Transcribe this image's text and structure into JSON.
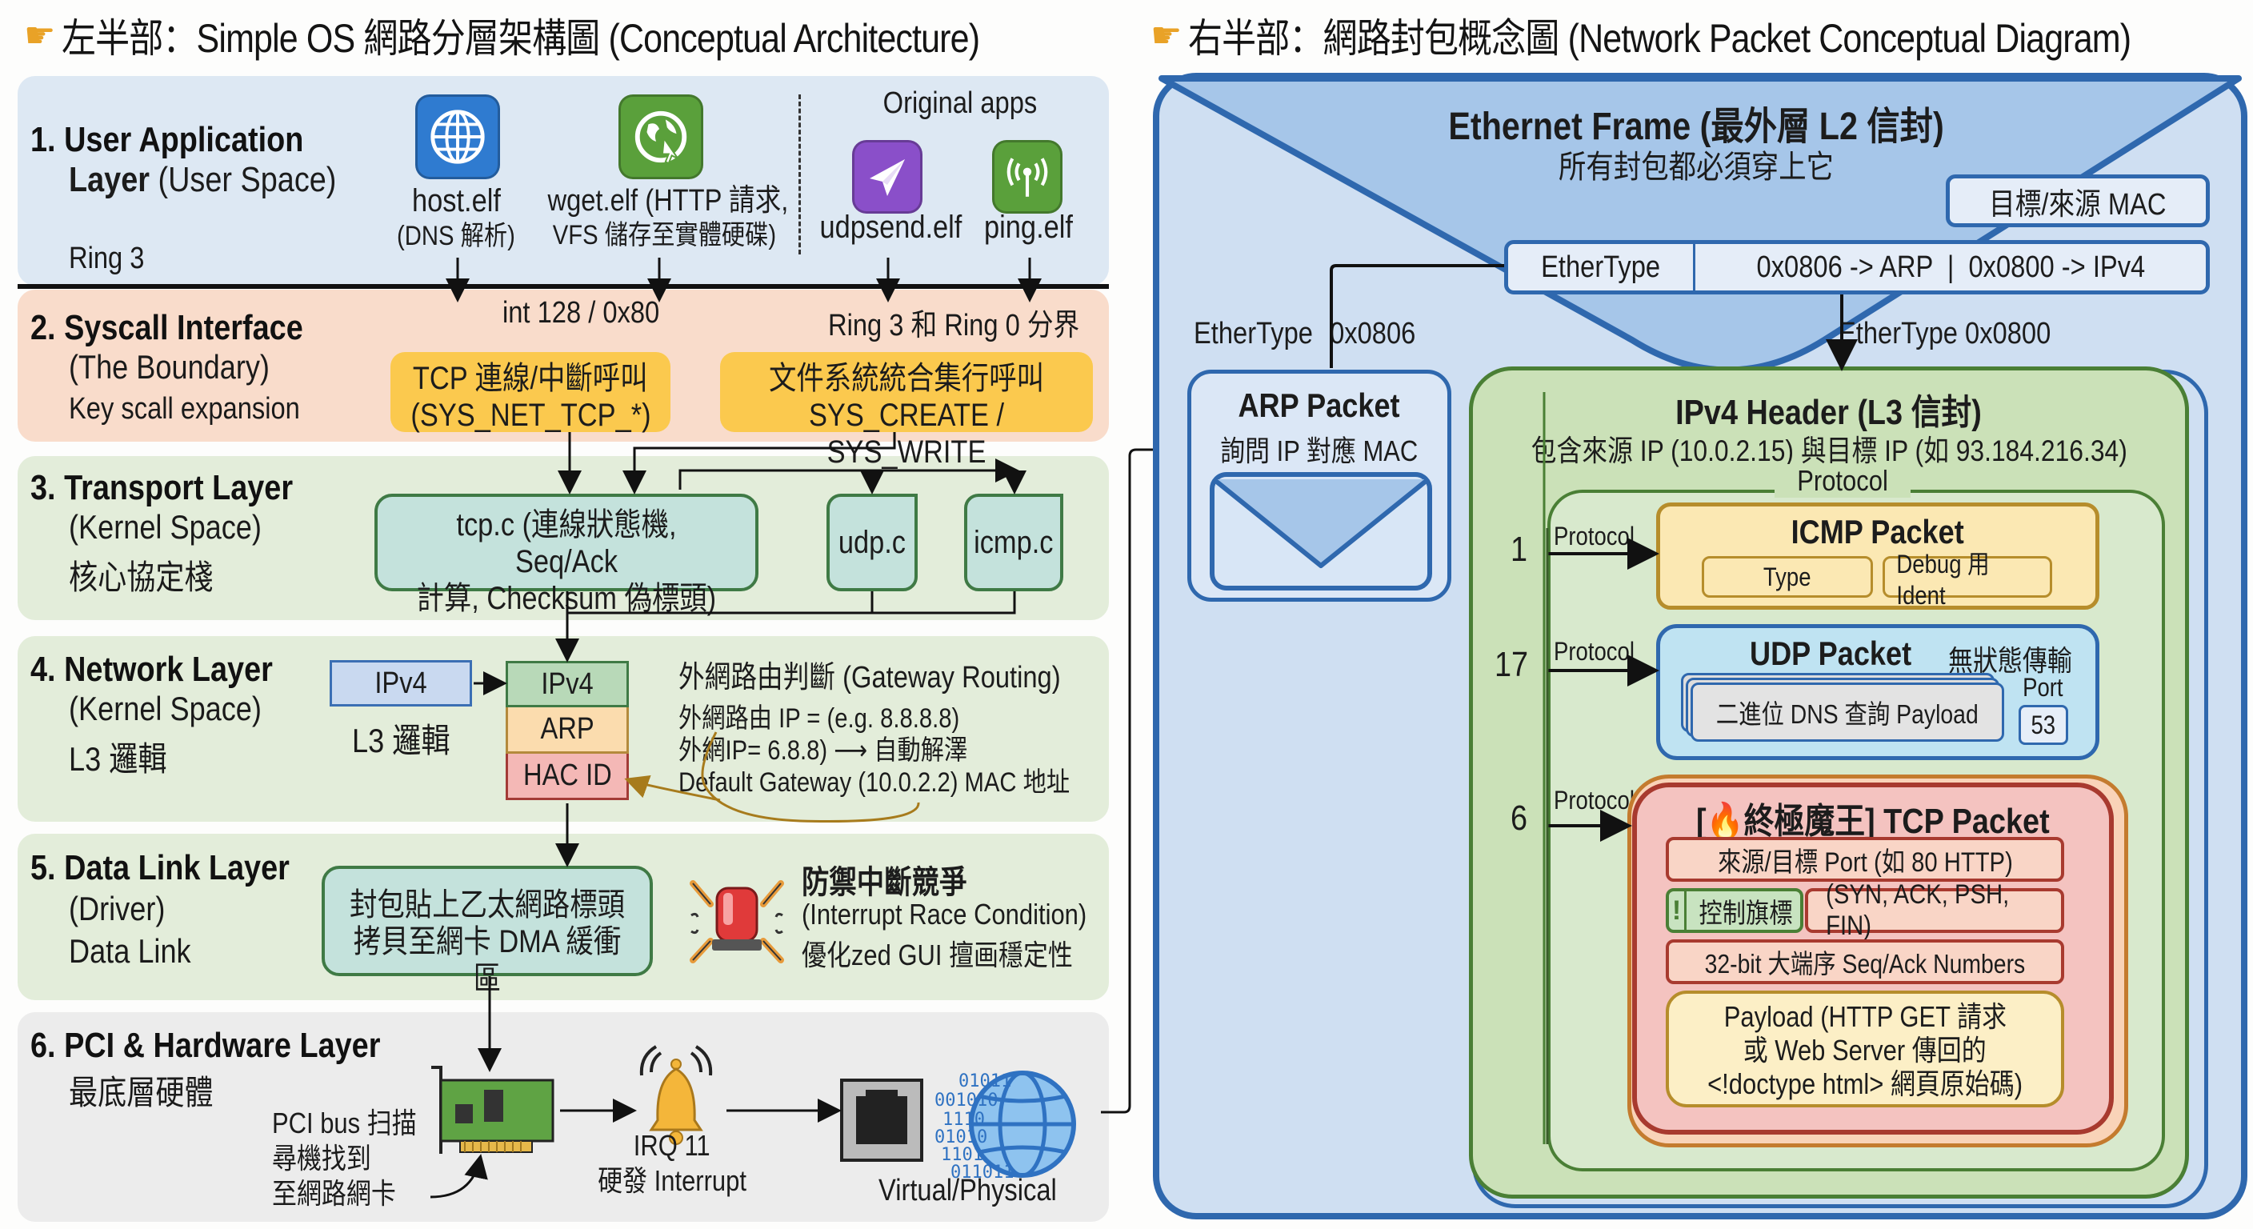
{
  "left": {
    "title": "左半部：Simple OS 網路分層架構圖 (Conceptual Architecture)",
    "layers": [
      {
        "num_title": "1. User Application",
        "title2": "Layer",
        "sub": "(User Space)",
        "note": "Ring 3"
      },
      {
        "num_title": "2. Syscall Interface",
        "sub": "(The Boundary)",
        "note": "Key scall expansion"
      },
      {
        "num_title": "3. Transport Layer",
        "sub": "(Kernel Space)",
        "note": "核心協定棧"
      },
      {
        "num_title": "4. Network Layer",
        "sub": "(Kernel Space)",
        "note": "L3 邏輯"
      },
      {
        "num_title": "5. Data Link Layer",
        "sub": "(Driver)",
        "note": "Data Link"
      },
      {
        "num_title": "6. PCI & Hardware Layer",
        "sub": "最底層硬體"
      }
    ],
    "apps": [
      {
        "icon": "globe-grid-icon",
        "name": "host.elf",
        "desc": "(DNS 解析)",
        "color": "#2f7bd0"
      },
      {
        "icon": "globe-cursor-icon",
        "name": "wget.elf (HTTP 請求,",
        "desc": "VFS 儲存至實體硬碟)",
        "color": "#5aa03b"
      },
      {
        "icon": "paper-plane-icon",
        "name": "udpsend.elf",
        "color": "#8a4fc9"
      },
      {
        "icon": "antenna-icon",
        "name": "ping.elf",
        "color": "#5aa03b"
      }
    ],
    "original_apps_label": "Original apps",
    "syscall": {
      "int_label": "int 128 / 0x80",
      "ring_label": "Ring 3 和 Ring 0 分界",
      "tcp_box": [
        "TCP 連線/中斷呼叫",
        "(SYS_NET_TCP_*)"
      ],
      "fs_box": [
        "文件系統統合集行呼叫",
        "SYS_CREATE / SYS_WRITE"
      ]
    },
    "transport": {
      "tcp": [
        "tcp.c (連線狀態機, Seq/Ack",
        "計算, Checksum 偽標頭)"
      ],
      "udp": "udp.c",
      "icmp": "icmp.c"
    },
    "network": {
      "ipv4_box": "IPv4",
      "l3_label": "L3 邏輯",
      "stack": [
        "IPv4",
        "ARP",
        "HAC ID"
      ],
      "routing_title": "外網路由判斷 (Gateway Routing)",
      "routing_lines": [
        "外網路由 IP = (e.g. 8.8.8.8)",
        "外網IP= 6.8.8) ⟶ 自動解澤",
        "Default Gateway (10.0.2.2) MAC 地址"
      ]
    },
    "datalink": {
      "box": [
        "封包貼上乙太網路標頭",
        "拷貝至網卡 DMA 緩衝區"
      ],
      "alert_title": "防禦中斷競爭",
      "alert_lines": [
        "(Interrupt Race Condition)",
        "優化zed GUI 擅画穩定性"
      ]
    },
    "hardware": {
      "pci_lines": [
        "PCI bus 扫描",
        "尋機找到",
        "至網路網卡"
      ],
      "irq_lines": [
        "IRQ 11",
        "硬發 Interrupt"
      ],
      "phys_label": "Virtual/Physical",
      "binary": [
        "01011",
        "001010",
        "1110",
        "01010",
        "1101",
        "011011"
      ]
    }
  },
  "right": {
    "title": "右半部：網路封包概念圖 (Network Packet Conceptual Diagram)",
    "ethernet": {
      "title": "Ethernet Frame (最外層 L2 信封)",
      "subtitle": "所有封包都必須穿上它",
      "mac_label": "目標/來源 MAC",
      "ethertype_label": "EtherType",
      "ethertype_values": "0x0806 -> ARP  |  0x0800 -> IPv4",
      "arp_branch": [
        "EtherType",
        "0x0806"
      ],
      "ipv4_branch": "EtherType 0x0800"
    },
    "arp": {
      "title": "ARP Packet",
      "subtitle": "詢問 IP 對應 MAC"
    },
    "ipv4": {
      "title": "IPv4 Header (L3 信封)",
      "subtitle": "包含來源 IP (10.0.2.15) 與目標 IP (如 93.184.216.34)",
      "protocol_label": "Protocol"
    },
    "icmp": {
      "num": "1",
      "arrow_label": "Protocol",
      "title": "ICMP Packet",
      "fields": [
        "Type",
        "Debug 用 Ident"
      ]
    },
    "udp": {
      "num": "17",
      "arrow_label": "Protocol",
      "title": "UDP Packet",
      "tag": "無狀態傳輸",
      "payload": "二進位 DNS 查詢 Payload",
      "port_label": "Port",
      "port": "53"
    },
    "tcp": {
      "num": "6",
      "arrow_label": "Protocol",
      "title_prefix": "[",
      "title_icon": "🔥",
      "title": "終極魔王] TCP Packet",
      "ports": "來源/目標 Port (如 80 HTTP)",
      "flags_label": "控制旗標",
      "flags": "(SYN, ACK, PSH, FIN)",
      "seq": "32-bit 大端序 Seq/Ack Numbers",
      "payload": [
        "Payload (HTTP GET 請求",
        "或 Web Server 傳回的",
        "<!doctype html> 網頁原始碼)"
      ]
    }
  }
}
